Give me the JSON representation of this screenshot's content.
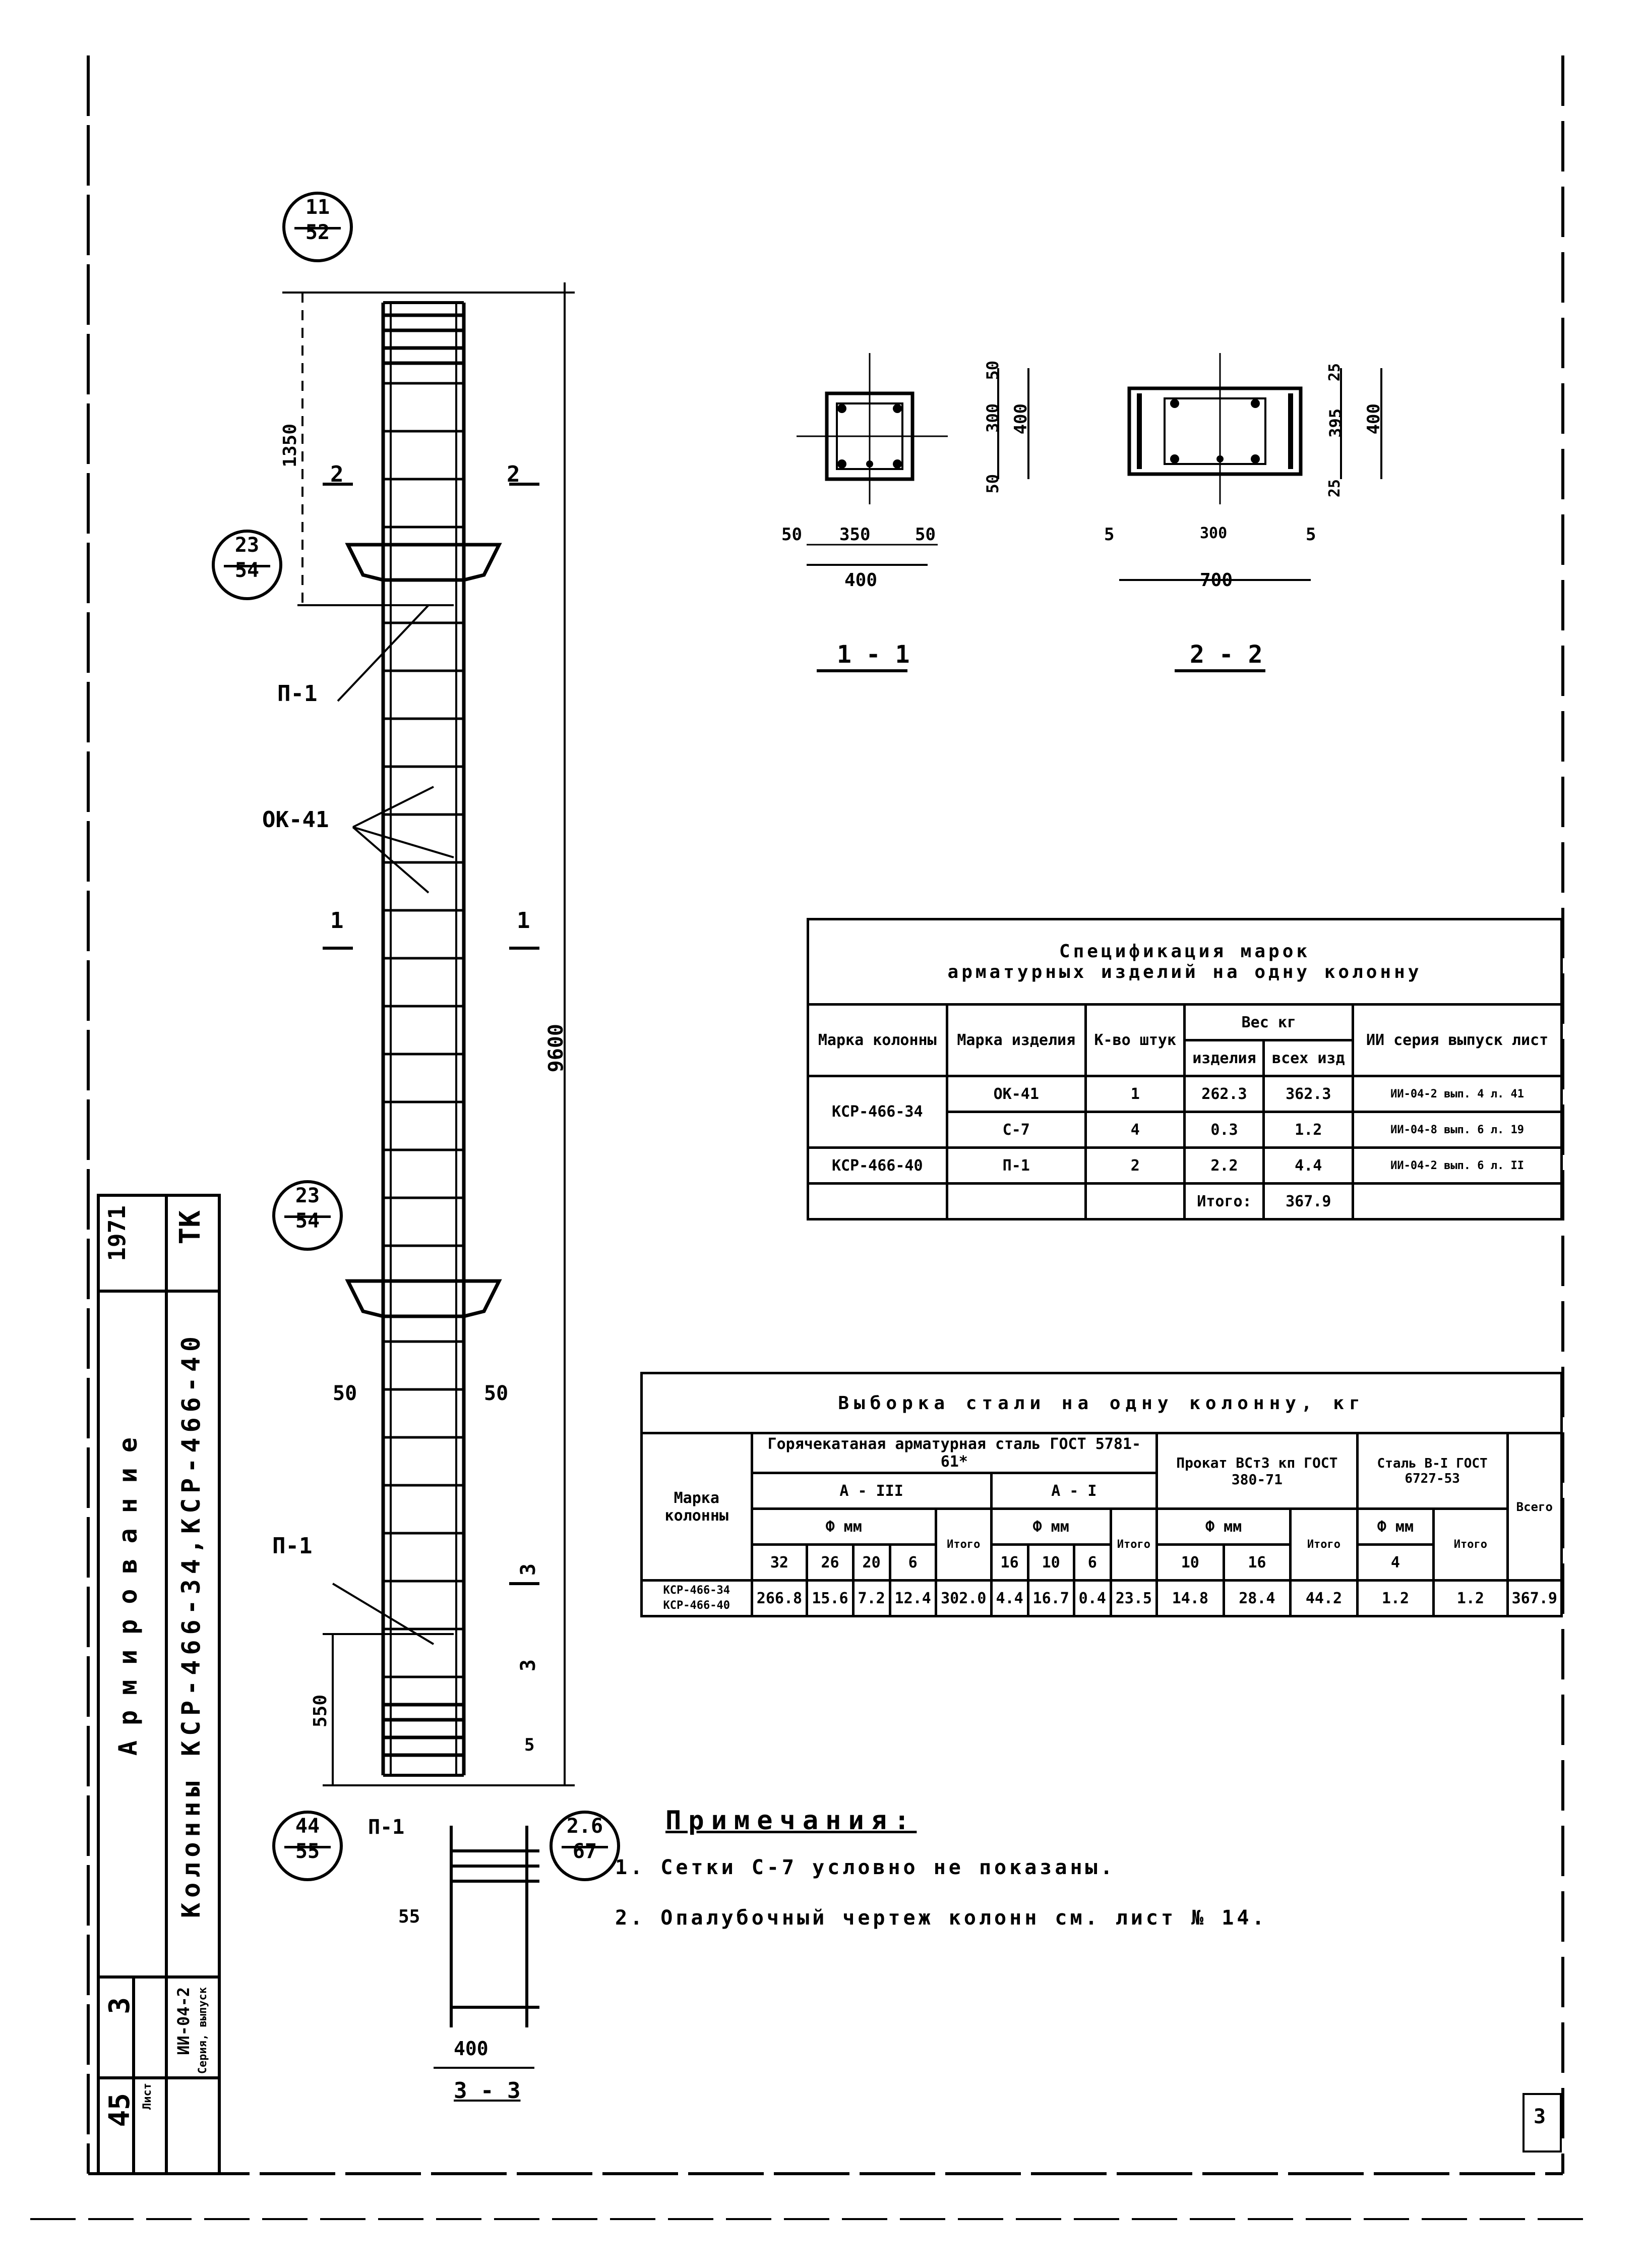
{
  "title_block": {
    "series_col1": "ТК",
    "series_col1_sub": "1971",
    "title": "Колонны КСР-466-34,КСР-466-40",
    "subtitle": "Армирование",
    "sheet_label": "Серия, выпуск",
    "sheet_series": "ИИ-04-2",
    "sheet_no_label": "Лист",
    "sheet_issue": "3",
    "sheet_no": "45"
  },
  "elevation": {
    "dim_total": "9600",
    "dim_top": "1350",
    "dim_bottom": "550",
    "dim_50_left": "50",
    "dim_50_right": "50",
    "callout_top": {
      "num": "11",
      "den": "52"
    },
    "callout_bracket_top": {
      "num": "23",
      "den": "54"
    },
    "callout_bracket_mid": {
      "num": "23",
      "den": "54"
    },
    "callout_bottom_left": {
      "num": "44",
      "den": "55"
    },
    "callout_bottom_right": {
      "num": "2.6",
      "den": "67"
    },
    "mark_p1_top": "П-1",
    "mark_p1_bottom": "П-1",
    "mark_p1_detail": "П-1",
    "mark_ok": "ОК-41",
    "sec_1_left": "1",
    "sec_1_right": "1",
    "sec_2_left": "2",
    "sec_2_right": "2",
    "sec_3_right": "3",
    "sec_3_right_b": "3",
    "dim_5": "5",
    "detail_dim": "55",
    "detail_width": "400",
    "detail_title": "3 - 3"
  },
  "section_1": {
    "title": "1 - 1",
    "dim_b": "50",
    "dim_mid": "350",
    "dim_c": "50",
    "dim_total": "400",
    "dim_v1": "50",
    "dim_v2": "300",
    "dim_v3": "50",
    "dim_vtotal": "400"
  },
  "section_2": {
    "title": "2 - 2",
    "dim_5a": "5",
    "dim_mid": "300",
    "dim_5b": "5",
    "dim_total": "700",
    "dim_v1": "25",
    "dim_v2": "395",
    "dim_v3": "25",
    "dim_vtotal": "400"
  },
  "spec_table": {
    "title_line1": "Спецификация марок",
    "title_line2": "арматурных изделий на одну колонну",
    "headers": [
      "Марка колонны",
      "Марка изделия",
      "К-во штук",
      "Вес кг",
      "ИИ серия выпуск лист"
    ],
    "subheaders": [
      "изделия",
      "всех изд"
    ],
    "rows": [
      [
        "КСР-466-34",
        "ОК-41",
        "1",
        "262.3",
        "362.3",
        "ИИ-04-2 вып. 4 л. 41"
      ],
      [
        "",
        "С-7",
        "4",
        "0.3",
        "1.2",
        "ИИ-04-8 вып. 6 л. 19"
      ],
      [
        "КСР-466-40",
        "П-1",
        "2",
        "2.2",
        "4.4",
        "ИИ-04-2 вып. 6 л. II"
      ]
    ],
    "total_label": "Итого:",
    "total_value": "367.9"
  },
  "selection_table": {
    "title": "Выборка стали на одну колонну, кг",
    "col_mark": "Марка колонны",
    "group1": "Горячекатаная арматурная сталь ГОСТ 5781-61*",
    "group1_cls_a3": "А - III",
    "group1_cls_a1": "А - I",
    "group2": "Прокат ВСт3 кп ГОСТ 380-71",
    "group3": "Сталь В-I ГОСТ 6727-53",
    "col_total": "Всего",
    "phi_mm": "Ф мм",
    "itogo": "Итого",
    "diam_a3": [
      "32",
      "26",
      "20",
      "6"
    ],
    "diam_a1": [
      "16",
      "10",
      "6"
    ],
    "diam_g2": [
      "10",
      "16"
    ],
    "diam_g3": [
      "4"
    ],
    "row_marks": [
      "КСР-466-34",
      "КСР-466-40"
    ],
    "row_values": [
      "266.8",
      "15.6",
      "7.2",
      "12.4",
      "302.0",
      "4.4",
      "16.7",
      "0.4",
      "23.5",
      "14.8",
      "28.4",
      "44.2",
      "1.2",
      "1.2",
      "367.9"
    ]
  },
  "notes": {
    "title": "Примечания:",
    "items": [
      "1. Сетки С-7 условно не показаны.",
      "2. Опалубочный чертеж колонн см. лист № 14."
    ]
  },
  "corner_mark": "3"
}
